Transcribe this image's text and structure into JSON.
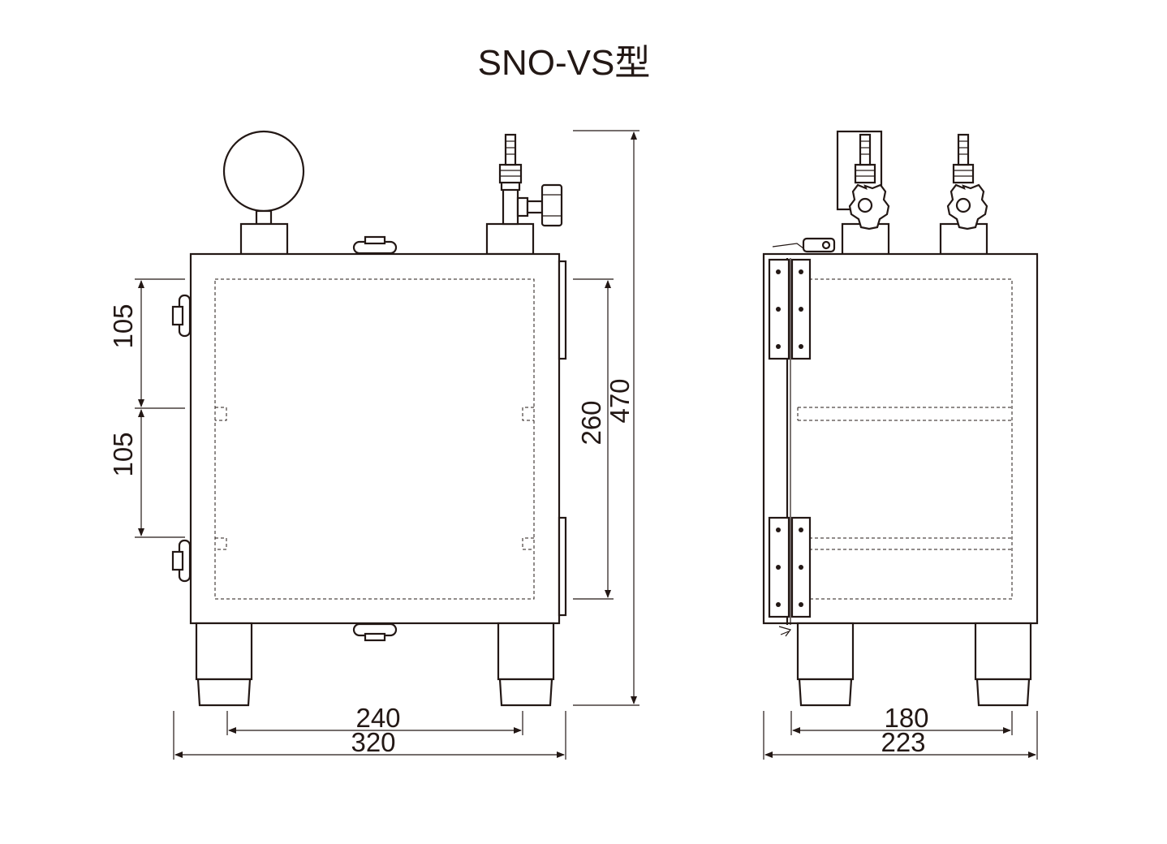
{
  "title": "SNO-VS型",
  "dimensions": {
    "front_left_upper": "105",
    "front_left_lower": "105",
    "front_inner_height": "260",
    "total_height": "470",
    "front_inner_width": "240",
    "front_total_width": "320",
    "side_inner_width": "180",
    "side_total_width": "223"
  }
}
